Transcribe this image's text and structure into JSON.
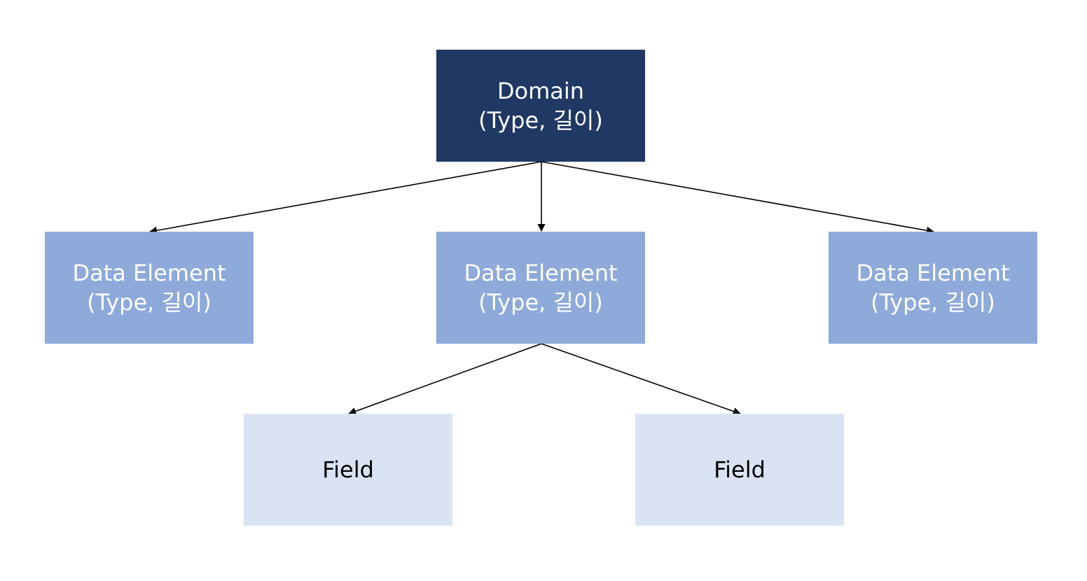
{
  "diagram": {
    "colors": {
      "domain_fill": "#1f3864",
      "element_fill": "#8eaadb",
      "field_fill": "#dae3f3",
      "connector": "#000000"
    },
    "nodes": {
      "domain": {
        "line1": "Domain",
        "line2": "(Type, 길이)"
      },
      "element_left": {
        "line1": "Data Element",
        "line2": "(Type, 길이)"
      },
      "element_middle": {
        "line1": "Data Element",
        "line2": "(Type, 길이)"
      },
      "element_right": {
        "line1": "Data Element",
        "line2": "(Type, 길이)"
      },
      "field_left": {
        "line1": "Field"
      },
      "field_right": {
        "line1": "Field"
      }
    },
    "edges": [
      {
        "from": "domain",
        "to": "element_left"
      },
      {
        "from": "domain",
        "to": "element_middle"
      },
      {
        "from": "domain",
        "to": "element_right"
      },
      {
        "from": "element_middle",
        "to": "field_left"
      },
      {
        "from": "element_middle",
        "to": "field_right"
      }
    ]
  }
}
